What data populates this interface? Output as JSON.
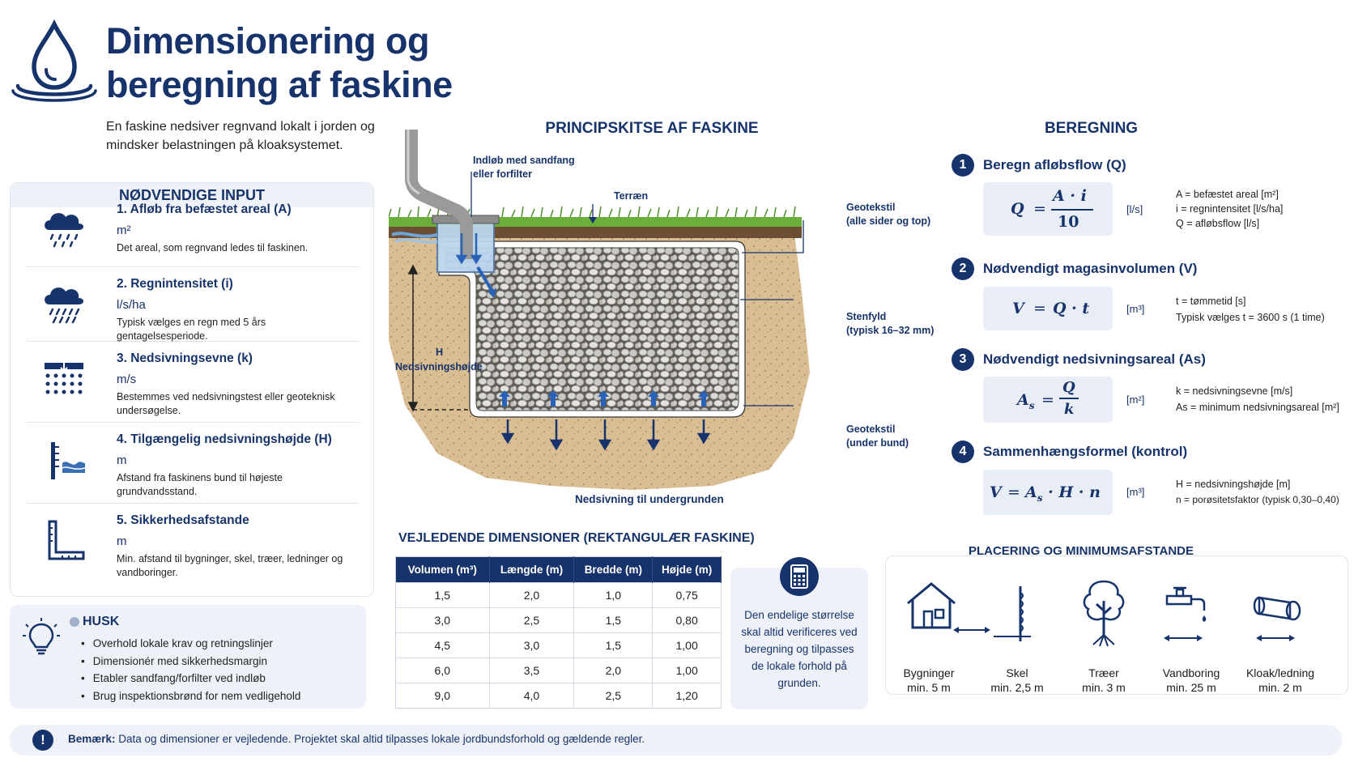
{
  "header": {
    "title_line1": "Dimensionering og",
    "title_line2": "beregning af faskine",
    "intro": "En faskine nedsiver regnvand lokalt i jorden og mindsker belastningen på kloaksystemet."
  },
  "inputs": {
    "heading": "NØDVENDIGE INPUT",
    "items": [
      {
        "title": "1. Afløb fra befæstet areal (A)",
        "unit": "m²",
        "desc": "Det areal, som regnvand ledes til faskinen.",
        "icon": "rain-cloud-icon"
      },
      {
        "title": "2. Regnintensitet (i)",
        "unit": "l/s/ha",
        "desc": "Typisk vælges en regn med 5 års gentagelsesperiode.",
        "icon": "heavy-rain-icon"
      },
      {
        "title": "3. Nedsivningsevne (k)",
        "unit": "m/s",
        "desc": "Bestemmes ved nedsivningstest eller geoteknisk undersøgelse.",
        "icon": "soil-infiltration-icon"
      },
      {
        "title": "4. Tilgængelig nedsivningshøjde (H)",
        "unit": "m",
        "desc": "Afstand fra faskinens bund til højeste grundvandsstand.",
        "icon": "groundwater-level-icon"
      },
      {
        "title": "5. Sikkerhedsafstande",
        "unit": "m",
        "desc": "Min. afstand til bygninger, skel, træer, ledninger og vandboringer.",
        "icon": "ruler-square-icon"
      }
    ]
  },
  "husk": {
    "title": "HUSK",
    "items": [
      "Overhold lokale krav og retningslinjer",
      "Dimensionér med sikkerhedsmargin",
      "Etabler sandfang/forfilter ved indløb",
      "Brug inspektionsbrønd for nem vedligehold"
    ]
  },
  "sketch": {
    "title": "PRINCIPSKITSE AF FASKINE",
    "labels": {
      "inlet": "Indløb med sandfang\neller forfilter",
      "terrain": "Terræn",
      "geotextile_top": "Geotekstil\n(alle sider og top)",
      "stone": "Stenfyld\n(typisk 16–32 mm)",
      "height_h": "H",
      "height_name": "Nedsivningshøjde",
      "geotextile_bottom": "Geotekstil\n(under bund)",
      "infiltration": "Nedsivning til undergrunden"
    }
  },
  "calc": {
    "title": "BEREGNING",
    "steps": [
      {
        "num": "1",
        "title": "Beregn afløbsflow (Q)",
        "unit": "[l/s]",
        "defs": [
          "A  = befæstet areal [m²]",
          "i   = regnintensitet [l/s/ha]",
          "Q  = afløbsflow [l/s]"
        ]
      },
      {
        "num": "2",
        "title": "Nødvendigt magasinvolumen (V)",
        "unit": "[m³]",
        "defs": [
          "t   = tømmetid [s]",
          "Typisk vælges t = 3600 s (1 time)"
        ]
      },
      {
        "num": "3",
        "title": "Nødvendigt nedsivningsareal (As)",
        "unit": "[m²]",
        "defs": [
          "k  = nedsivningsevne [m/s]",
          "As = minimum nedsivningsareal [m²]"
        ]
      },
      {
        "num": "4",
        "title": "Sammenhængsformel (kontrol)",
        "unit": "[m³]",
        "defs": [
          "H  = nedsivningshøjde [m]",
          "n   = porøsitetsfaktor (typisk 0,30–0,40)"
        ]
      }
    ]
  },
  "table": {
    "title": "VEJLEDENDE DIMENSIONER (REKTANGULÆR FASKINE)",
    "headers": [
      "Volumen (m³)",
      "Længde (m)",
      "Bredde (m)",
      "Højde (m)"
    ],
    "rows": [
      [
        "1,5",
        "2,0",
        "1,0",
        "0,75"
      ],
      [
        "3,0",
        "2,5",
        "1,5",
        "0,80"
      ],
      [
        "4,5",
        "3,0",
        "1,5",
        "1,00"
      ],
      [
        "6,0",
        "3,5",
        "2,0",
        "1,00"
      ],
      [
        "9,0",
        "4,0",
        "2,5",
        "1,20"
      ]
    ]
  },
  "note": {
    "text": "Den endelige størrelse skal altid verificeres ved beregning og tilpasses de lokale forhold på grunden.",
    "icon": "calculator-icon"
  },
  "placement": {
    "title": "PLACERING OG MINIMUMSAFSTANDE",
    "items": [
      {
        "name": "Bygninger",
        "dist": "min. 5 m",
        "icon": "house-icon"
      },
      {
        "name": "Skel",
        "dist": "min. 2,5 m",
        "icon": "fence-icon"
      },
      {
        "name": "Træer",
        "dist": "min. 3 m",
        "icon": "tree-icon"
      },
      {
        "name": "Vandboring",
        "dist": "min. 25 m",
        "icon": "water-tap-icon"
      },
      {
        "name": "Kloak/ledning",
        "dist": "min. 2 m",
        "icon": "pipe-icon"
      }
    ]
  },
  "footer": {
    "label": "Bemærk:",
    "text": " Data og dimensioner er vejledende. Projektet skal altid tilpasses lokale jordbundsforhold og gældende regler."
  },
  "colors": {
    "navy": "#17336b",
    "panel": "#eef2f8",
    "grass": "#6cae3a",
    "soil": "#c9a679"
  }
}
